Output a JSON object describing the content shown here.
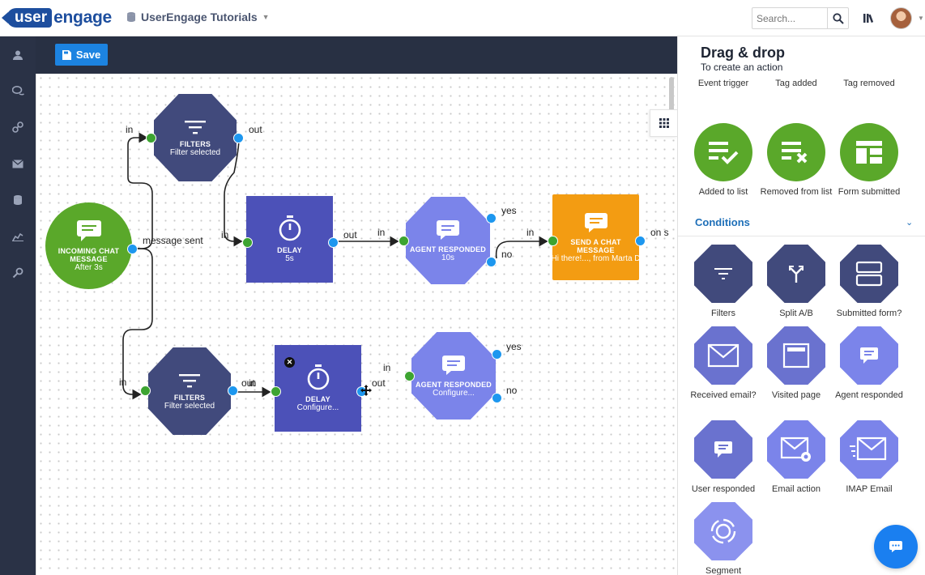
{
  "header": {
    "logo_user": "user",
    "logo_engage": "engage",
    "project_name": "UserEngage Tutorials",
    "search_placeholder": "Search..."
  },
  "toolbar": {
    "save_label": "Save"
  },
  "colors": {
    "accent": "#1c83e1",
    "sidebar": "#2a3246",
    "filter_node": "#414a7c",
    "delay_node": "#4c51b8",
    "agent_node": "#7b84ea",
    "send_node": "#f39c12",
    "trigger_green": "#5aa82a",
    "port_in": "#3da431",
    "port_out": "#1d97ef"
  },
  "sidebar_icons": [
    "user-icon",
    "chat-icon",
    "link-icon",
    "mail-icon",
    "database-icon",
    "chart-icon",
    "settings-icon"
  ],
  "flow": {
    "incoming": {
      "title": "INCOMING CHAT MESSAGE",
      "sub": "After 3s"
    },
    "filter1": {
      "title": "FILTERS",
      "sub": "Filter selected"
    },
    "delay1": {
      "title": "DELAY",
      "sub": "5s"
    },
    "agent1": {
      "title": "AGENT RESPONDED",
      "sub": "10s"
    },
    "send": {
      "title": "SEND A CHAT MESSAGE",
      "sub": "Hi there!..., from Marta D"
    },
    "filter2": {
      "title": "FILTERS",
      "sub": "Filter selected"
    },
    "delay2": {
      "title": "DELAY",
      "sub": "Configure..."
    },
    "agent2": {
      "title": "AGENT RESPONDED",
      "sub": "Configure..."
    },
    "labels": {
      "in": "in",
      "out": "out",
      "yes": "yes",
      "no": "no",
      "message_sent": "message sent",
      "on_sent": "on s"
    }
  },
  "panel": {
    "title": "Drag & drop",
    "subtitle": "To create an action",
    "triggers": [
      {
        "label": "Event trigger"
      },
      {
        "label": "Tag added"
      },
      {
        "label": "Tag removed"
      },
      {
        "label": "Added to list"
      },
      {
        "label": "Removed from list"
      },
      {
        "label": "Form submitted"
      }
    ],
    "conditions_header": "Conditions",
    "conditions": [
      {
        "label": "Filters"
      },
      {
        "label": "Split A/B"
      },
      {
        "label": "Submitted form?"
      },
      {
        "label": "Received email?"
      },
      {
        "label": "Visited page"
      },
      {
        "label": "Agent responded"
      },
      {
        "label": "User responded"
      },
      {
        "label": "Email action"
      },
      {
        "label": "IMAP Email"
      },
      {
        "label": "Segment"
      }
    ]
  }
}
